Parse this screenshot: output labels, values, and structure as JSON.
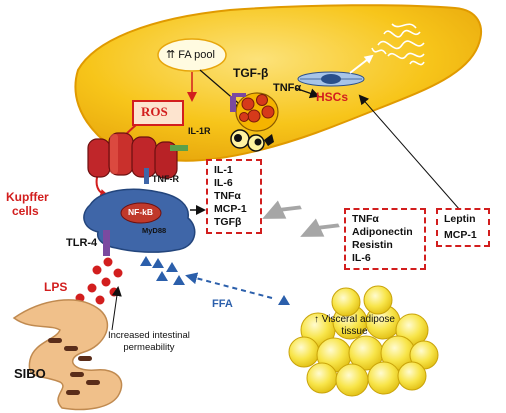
{
  "liver": {
    "fa_pool": "FA pool",
    "fa_pool_arrows": "⇈",
    "ros": "ROS",
    "tgf_beta": "TGF-β",
    "tnf_alpha": "TNFα",
    "hscs": "HSCs",
    "il1r": "IL-1R",
    "tnfr": "TNF-R"
  },
  "kupffer": {
    "label_line1": "Kupffer",
    "label_line2": "cells",
    "nfkb": "NF-kB",
    "myd88": "MyD88",
    "tlr4": "TLR-4"
  },
  "gut": {
    "lps": "LPS",
    "permeability_line1": "Increased intestinal",
    "permeability_line2": "permeability",
    "sibo": "SIBO"
  },
  "adipose": {
    "ffa": "FFA",
    "label_line1": "Visceral adipose",
    "label_line2": "tissue",
    "up_arrow": "↑"
  },
  "cytokines_kupffer": [
    "IL-1",
    "IL-6",
    "TNFα",
    "MCP-1",
    "TGFβ"
  ],
  "adipokines": [
    "TNFα",
    "Adiponectin",
    "Resistin",
    "IL-6"
  ],
  "adipokines_right": [
    "Leptin",
    "MCP-1"
  ],
  "colors": {
    "liver": "#f7c51a",
    "liver_edge": "#e09a00",
    "red": "#d21e1e",
    "cell_blue": "#3f66a8",
    "nfkb_red": "#c0392b",
    "fat": "#f7e03a",
    "gut": "#f0c08a",
    "grey_arrow": "#a6a6a6",
    "ffa_blue": "#2b5fab"
  }
}
